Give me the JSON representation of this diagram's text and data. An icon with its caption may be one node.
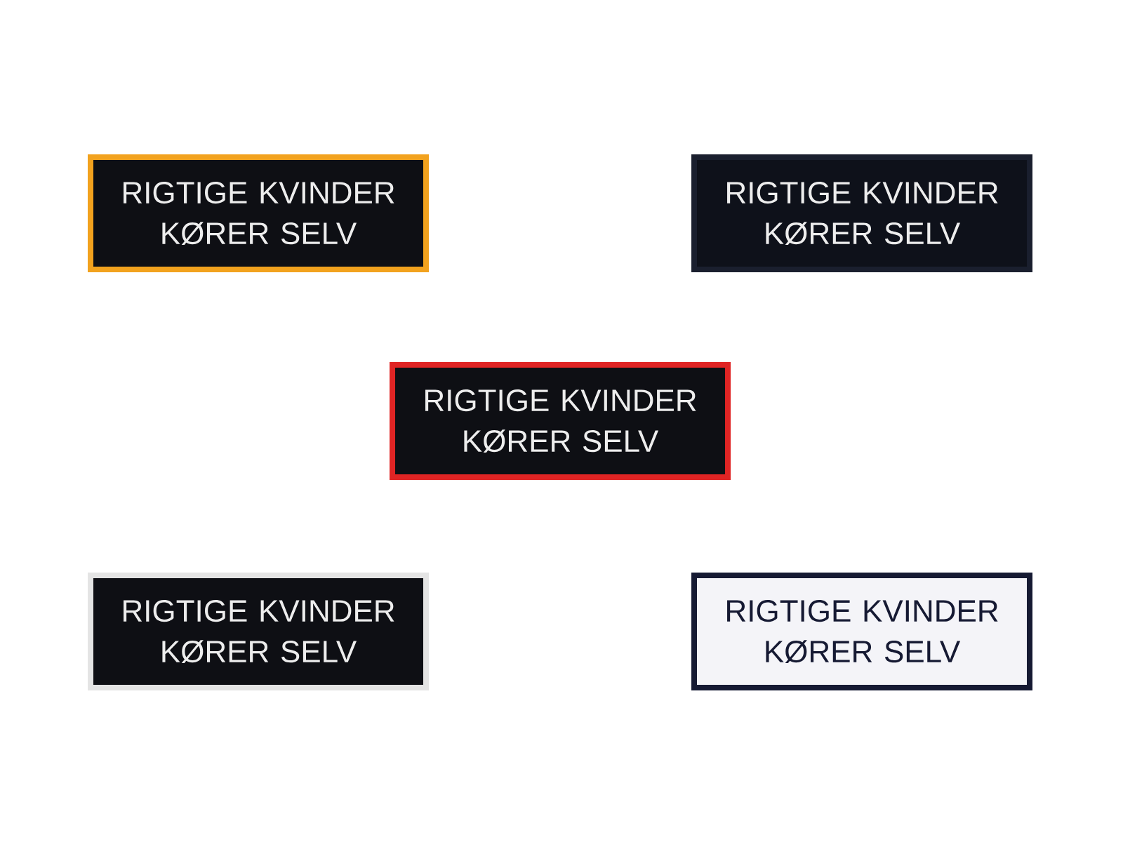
{
  "diagram": {
    "nodes": [
      {
        "text": [
          "RIGTIGE KVINDER KØRER SELV"
        ]
      },
      {
        "text": [
          "RIGTIGE KVINDER KØRER SELV"
        ]
      },
      {
        "text": [
          "RIGTIGE KVINDER KØRER SELV"
        ]
      },
      {
        "text": [
          "RIGTIGE KVINDER KØRER SELV"
        ]
      },
      {
        "text": [
          "RIGTIGE KVINDER KØRER SELV"
        ]
      }
    ]
  }
}
